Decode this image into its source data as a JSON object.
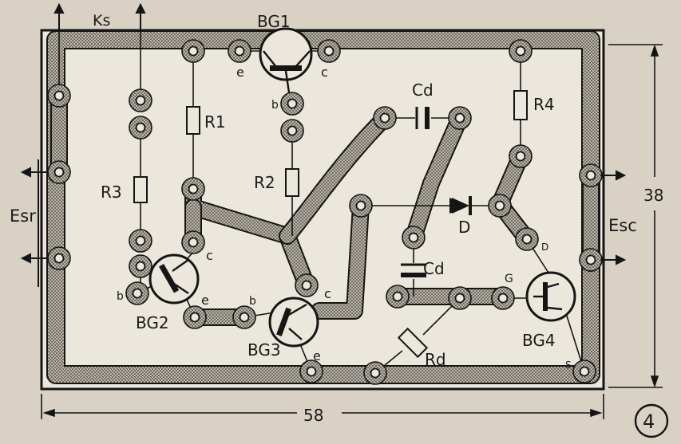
{
  "figure": {
    "number": "4",
    "width_dim": "58",
    "height_dim": "38"
  },
  "labels": {
    "ks": "Ks",
    "bg1": "BG1",
    "bg2": "BG2",
    "bg3": "BG3",
    "bg4": "BG4",
    "r1": "R1",
    "r2": "R2",
    "r3": "R3",
    "r4": "R4",
    "rd": "Rd",
    "cd_top": "Cd",
    "cd_mid": "Cd",
    "diode": "D",
    "esr": "Esr",
    "esc": "Esc",
    "bg1_e": "e",
    "bg1_c": "c",
    "bg1_b": "b",
    "bg2_b": "b",
    "bg2_c": "c",
    "bg2_e": "e",
    "bg3_b": "b",
    "bg3_c": "c",
    "bg3_e": "e",
    "bg4_g": "G",
    "bg4_d": "D",
    "bg4_s": "S"
  }
}
